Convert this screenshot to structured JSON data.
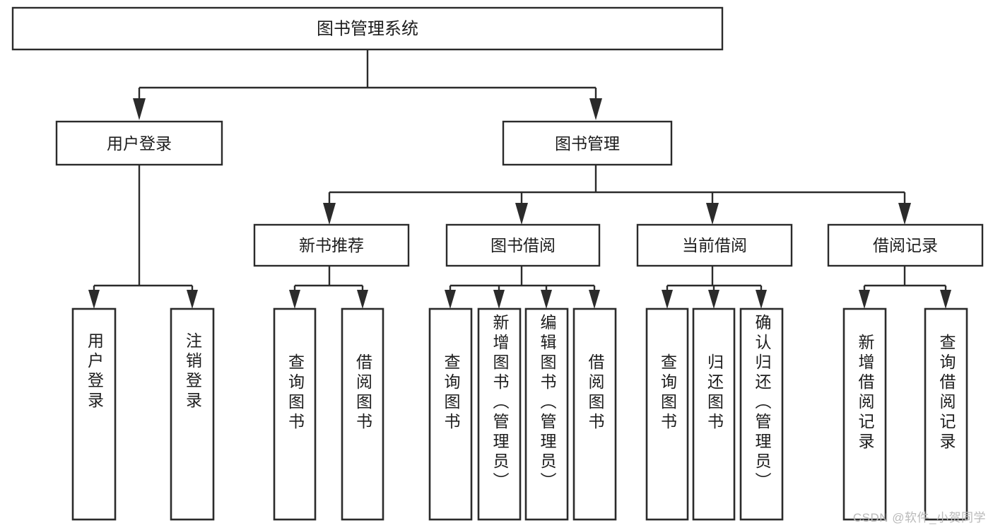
{
  "diagram": {
    "title": "图书管理系统",
    "watermark": "CSDN @软件_小贺同学",
    "colors": {
      "background": "#ffffff",
      "stroke": "#2b2b2b",
      "text": "#1d1d1d",
      "watermark": "#b9b9b9"
    },
    "root": {
      "label": "图书管理系统"
    },
    "level2": [
      {
        "label": "用户登录"
      },
      {
        "label": "图书管理"
      }
    ],
    "level3": [
      {
        "label": "新书推荐"
      },
      {
        "label": "图书借阅"
      },
      {
        "label": "当前借阅"
      },
      {
        "label": "借阅记录"
      }
    ],
    "leaves": {
      "user_login": [
        {
          "label": "用户登录"
        },
        {
          "label": "注销登录"
        }
      ],
      "new_book_recommend": [
        {
          "label": "查询图书"
        },
        {
          "label": "借阅图书"
        }
      ],
      "book_borrow": [
        {
          "label": "查询图书"
        },
        {
          "label": "新增图书（管理员）"
        },
        {
          "label": "编辑图书（管理员）"
        },
        {
          "label": "借阅图书"
        }
      ],
      "current_borrow": [
        {
          "label": "查询图书"
        },
        {
          "label": "归还图书"
        },
        {
          "label": "确认归还（管理员）"
        }
      ],
      "borrow_record": [
        {
          "label": "新增借阅记录"
        },
        {
          "label": "查询借阅记录"
        }
      ]
    }
  }
}
